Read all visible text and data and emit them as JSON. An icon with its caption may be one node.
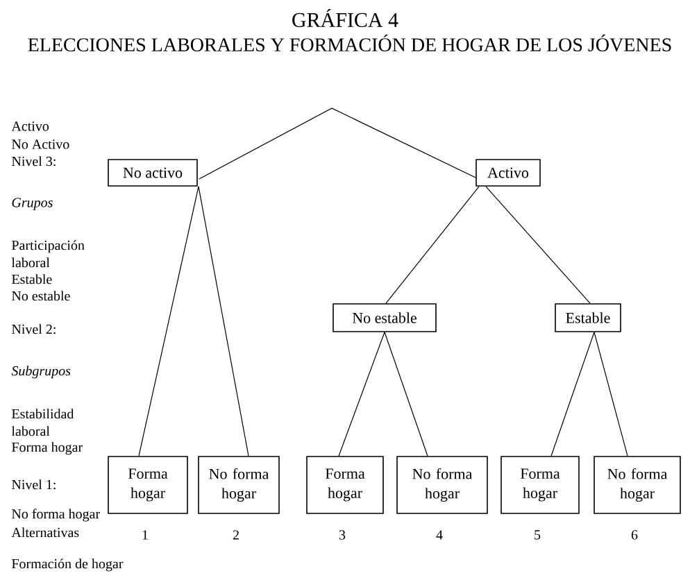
{
  "diagram": {
    "title": "GRÁFICA 4",
    "nodes": [
      {
        "text": [
          "No activo"
        ]
      },
      {
        "text": [
          "Activo"
        ]
      },
      {
        "text": [
          "No estable"
        ]
      },
      {
        "text": [
          "Estable"
        ]
      },
      {
        "text": [
          "Forma hogar"
        ],
        "beside": [
          "1"
        ]
      },
      {
        "text": [
          "No forma hogar"
        ],
        "beside": [
          "2"
        ]
      },
      {
        "text": [
          "Forma hogar"
        ],
        "beside": [
          "3"
        ]
      },
      {
        "text": [
          "No forma hogar"
        ],
        "beside": [
          "4"
        ]
      },
      {
        "text": [
          "Forma hogar"
        ],
        "beside": [
          "5"
        ]
      },
      {
        "text": [
          "No forma hogar"
        ],
        "beside": [
          "6"
        ]
      }
    ],
    "edges": [
      {
        "from": 0,
        "to": 1,
        "arrow": "none"
      },
      {
        "from": 0,
        "to": 4,
        "arrow": "none"
      },
      {
        "from": 0,
        "to": 5,
        "arrow": "none"
      },
      {
        "from": 1,
        "to": 2,
        "arrow": "none"
      },
      {
        "from": 1,
        "to": 3,
        "arrow": "none"
      },
      {
        "from": 2,
        "to": 6,
        "arrow": "none"
      },
      {
        "from": 2,
        "to": 7,
        "arrow": "none"
      },
      {
        "from": 3,
        "to": 8,
        "arrow": "none"
      },
      {
        "from": 3,
        "to": 9,
        "arrow": "none"
      }
    ],
    "labels": [
      "ELECCIONES LABORALES Y FORMACIÓN DE HOGAR DE LOS JÓVENES",
      "Activo",
      "No Activo",
      "Nivel 3:",
      "Grupos",
      "Participación laboral",
      "Estable",
      "No estable",
      "Nivel 2:",
      "Subgrupos",
      "Estabilidad laboral",
      "Forma hogar",
      "Nivel 1:",
      "No forma hogar",
      "Alternativas",
      "Formación de hogar"
    ]
  }
}
